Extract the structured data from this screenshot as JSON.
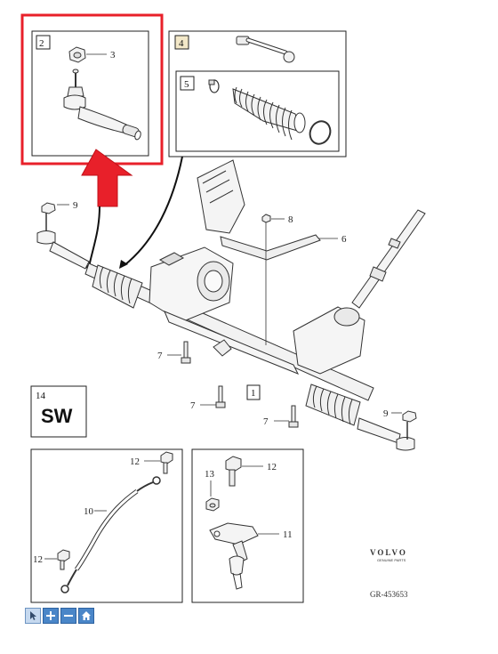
{
  "callouts": {
    "b2": "2",
    "c3": "3",
    "b4": "4",
    "b5": "5",
    "c9a": "9",
    "c8": "8",
    "c6": "6",
    "c7a": "7",
    "c7b": "7",
    "c7c": "7",
    "b1": "1",
    "c9b": "9",
    "b14": "14",
    "sw": "SW",
    "c12a": "12",
    "c10": "10",
    "c12b": "12",
    "c13": "13",
    "c12c": "12",
    "c11": "11"
  },
  "brand": {
    "name": "VOLVO",
    "tagline": "GENUINE PARTS",
    "code": "GR-453653"
  },
  "highlight_color": "#e8202a",
  "arrow_color": "#e8202a",
  "toolbar": [
    {
      "name": "pointer-tool-button",
      "icon": "pointer-icon",
      "active": true
    },
    {
      "name": "zoom-in-button",
      "icon": "plus-icon",
      "active": false
    },
    {
      "name": "zoom-out-button",
      "icon": "minus-icon",
      "active": false
    },
    {
      "name": "home-button",
      "icon": "home-icon",
      "active": false
    }
  ]
}
